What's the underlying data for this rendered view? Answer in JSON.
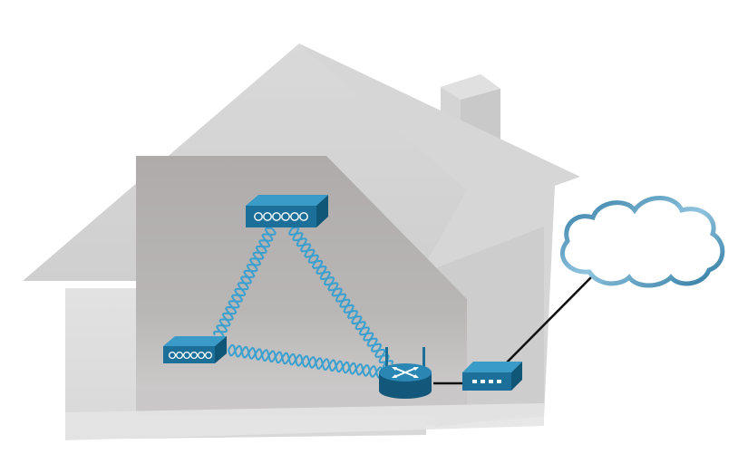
{
  "diagram": {
    "scene": "home-network",
    "colors": {
      "background": "#ffffff",
      "house_wall": "#dcdcdc",
      "house_roof": "#d2d2d2",
      "house_interior": "#b2afaf",
      "device_blue": "#1c6f98",
      "device_dark": "#0f4c6a",
      "wave_blue": "#3aa0cf",
      "cloud_stroke": "#3d86ad",
      "cable": "#111111"
    },
    "nodes": [
      {
        "id": "extender-top",
        "kind": "wireless-extender",
        "icon": "extender-icon"
      },
      {
        "id": "extender-left",
        "kind": "wireless-extender",
        "icon": "extender-icon"
      },
      {
        "id": "wireless-router",
        "kind": "router",
        "icon": "router-icon"
      },
      {
        "id": "modem",
        "kind": "modem",
        "icon": "modem-icon"
      },
      {
        "id": "internet",
        "kind": "cloud",
        "icon": "cloud-icon"
      }
    ],
    "links": [
      {
        "from": "extender-top",
        "to": "extender-left",
        "type": "wireless"
      },
      {
        "from": "extender-top",
        "to": "wireless-router",
        "type": "wireless"
      },
      {
        "from": "extender-left",
        "to": "wireless-router",
        "type": "wireless"
      },
      {
        "from": "wireless-router",
        "to": "modem",
        "type": "wired"
      },
      {
        "from": "modem",
        "to": "internet",
        "type": "wired"
      }
    ]
  }
}
